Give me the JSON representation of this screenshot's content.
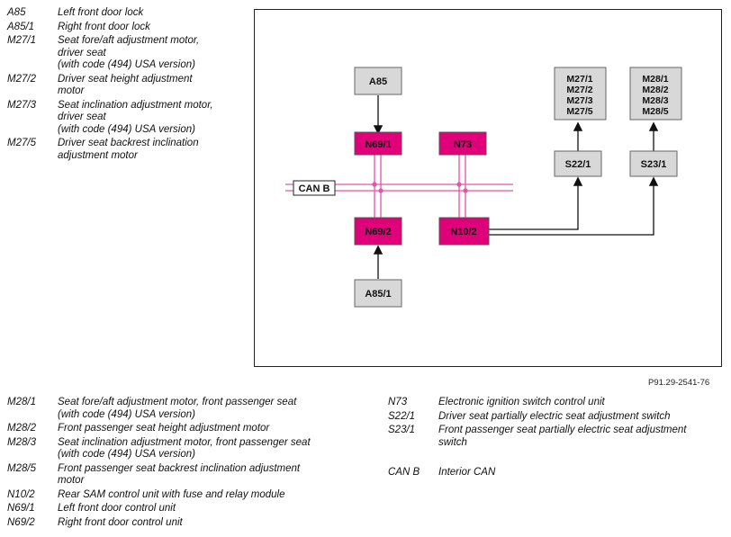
{
  "legend_top": [
    {
      "code": "A85",
      "lines": [
        "Left front door lock"
      ]
    },
    {
      "code": "A85/1",
      "lines": [
        "Right front door lock"
      ]
    },
    {
      "code": "M27/1",
      "lines": [
        "Seat fore/aft adjustment motor,",
        "driver seat",
        "(with code (494) USA version)"
      ]
    },
    {
      "code": "M27/2",
      "lines": [
        "Driver seat height adjustment",
        "motor"
      ]
    },
    {
      "code": "M27/3",
      "lines": [
        "Seat inclination adjustment motor,",
        "driver seat",
        "(with code (494) USA version)"
      ]
    },
    {
      "code": "M27/5",
      "lines": [
        "Driver seat backrest inclination",
        "adjustment motor"
      ]
    }
  ],
  "legend_bottom_left": [
    {
      "code": "M28/1",
      "lines": [
        "Seat fore/aft adjustment motor, front passenger seat",
        "(with code (494) USA version)"
      ]
    },
    {
      "code": "M28/2",
      "lines": [
        "Front passenger seat height adjustment motor"
      ]
    },
    {
      "code": "M28/3",
      "lines": [
        "Seat inclination adjustment motor, front passenger seat",
        "(with code (494) USA version)"
      ]
    },
    {
      "code": "M28/5",
      "lines": [
        "Front passenger seat backrest inclination adjustment",
        "motor"
      ]
    },
    {
      "code": "N10/2",
      "lines": [
        "Rear SAM control unit with fuse and relay module"
      ]
    },
    {
      "code": "N69/1",
      "lines": [
        "Left front door control unit"
      ]
    },
    {
      "code": "N69/2",
      "lines": [
        "Right front door control unit"
      ]
    }
  ],
  "legend_bottom_right": [
    {
      "code": "N73",
      "lines": [
        "Electronic ignition switch control unit"
      ]
    },
    {
      "code": "S22/1",
      "lines": [
        "Driver seat partially electric seat adjustment switch"
      ]
    },
    {
      "code": "S23/1",
      "lines": [
        "Front passenger seat partially electric seat adjustment",
        "switch"
      ]
    },
    {
      "gap": true
    },
    {
      "code": "CAN B",
      "lines": [
        "Interior CAN"
      ]
    }
  ],
  "diagram": {
    "can_label": "CAN B",
    "boxes": {
      "a85": "A85",
      "a85_1": "A85/1",
      "n69_1": "N69/1",
      "n69_2": "N69/2",
      "n73": "N73",
      "n10_2": "N10/2",
      "s22_1": "S22/1",
      "s23_1": "S23/1",
      "m27_group": [
        "M27/1",
        "M27/2",
        "M27/3",
        "M27/5"
      ],
      "m28_group": [
        "M28/1",
        "M28/2",
        "M28/3",
        "M28/5"
      ]
    },
    "colors": {
      "control_unit": "#e0007a",
      "component": "#d8d8d8",
      "can_line": "#e455a8"
    }
  },
  "reference_code": "P91.29-2541-76"
}
